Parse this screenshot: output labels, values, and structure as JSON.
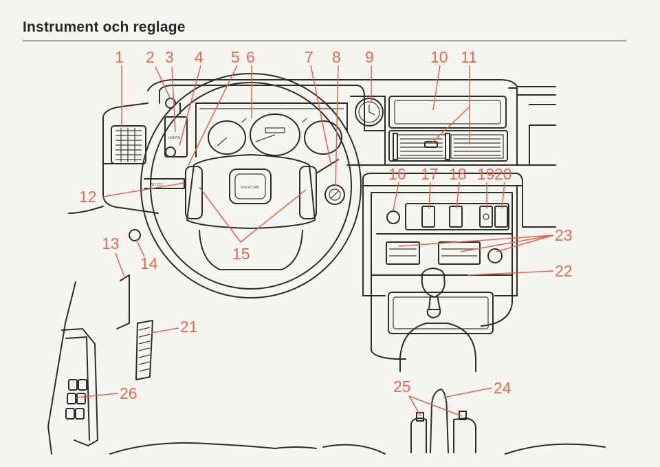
{
  "page": {
    "title": "Instrument och reglage"
  },
  "diagram": {
    "accent_color": "#e46a4f",
    "line_color": "#2c2c2c",
    "callouts": [
      {
        "id": "1",
        "label": "1"
      },
      {
        "id": "2",
        "label": "2"
      },
      {
        "id": "3",
        "label": "3"
      },
      {
        "id": "4",
        "label": "4"
      },
      {
        "id": "5",
        "label": "5"
      },
      {
        "id": "6",
        "label": "6"
      },
      {
        "id": "7",
        "label": "7"
      },
      {
        "id": "8",
        "label": "8"
      },
      {
        "id": "9",
        "label": "9"
      },
      {
        "id": "10",
        "label": "10"
      },
      {
        "id": "11",
        "label": "11"
      },
      {
        "id": "12",
        "label": "12"
      },
      {
        "id": "13",
        "label": "13"
      },
      {
        "id": "14",
        "label": "14"
      },
      {
        "id": "15",
        "label": "15"
      },
      {
        "id": "16",
        "label": "16"
      },
      {
        "id": "17",
        "label": "17"
      },
      {
        "id": "18",
        "label": "18"
      },
      {
        "id": "19",
        "label": "19"
      },
      {
        "id": "20",
        "label": "20"
      },
      {
        "id": "21",
        "label": "21"
      },
      {
        "id": "22",
        "label": "22"
      },
      {
        "id": "23",
        "label": "23"
      },
      {
        "id": "24",
        "label": "24"
      },
      {
        "id": "25",
        "label": "25"
      },
      {
        "id": "26",
        "label": "26"
      }
    ],
    "printed_text": {
      "lights": "LIGHTS",
      "wiper": "WI / CO",
      "brand": "VOLVO 240"
    }
  }
}
